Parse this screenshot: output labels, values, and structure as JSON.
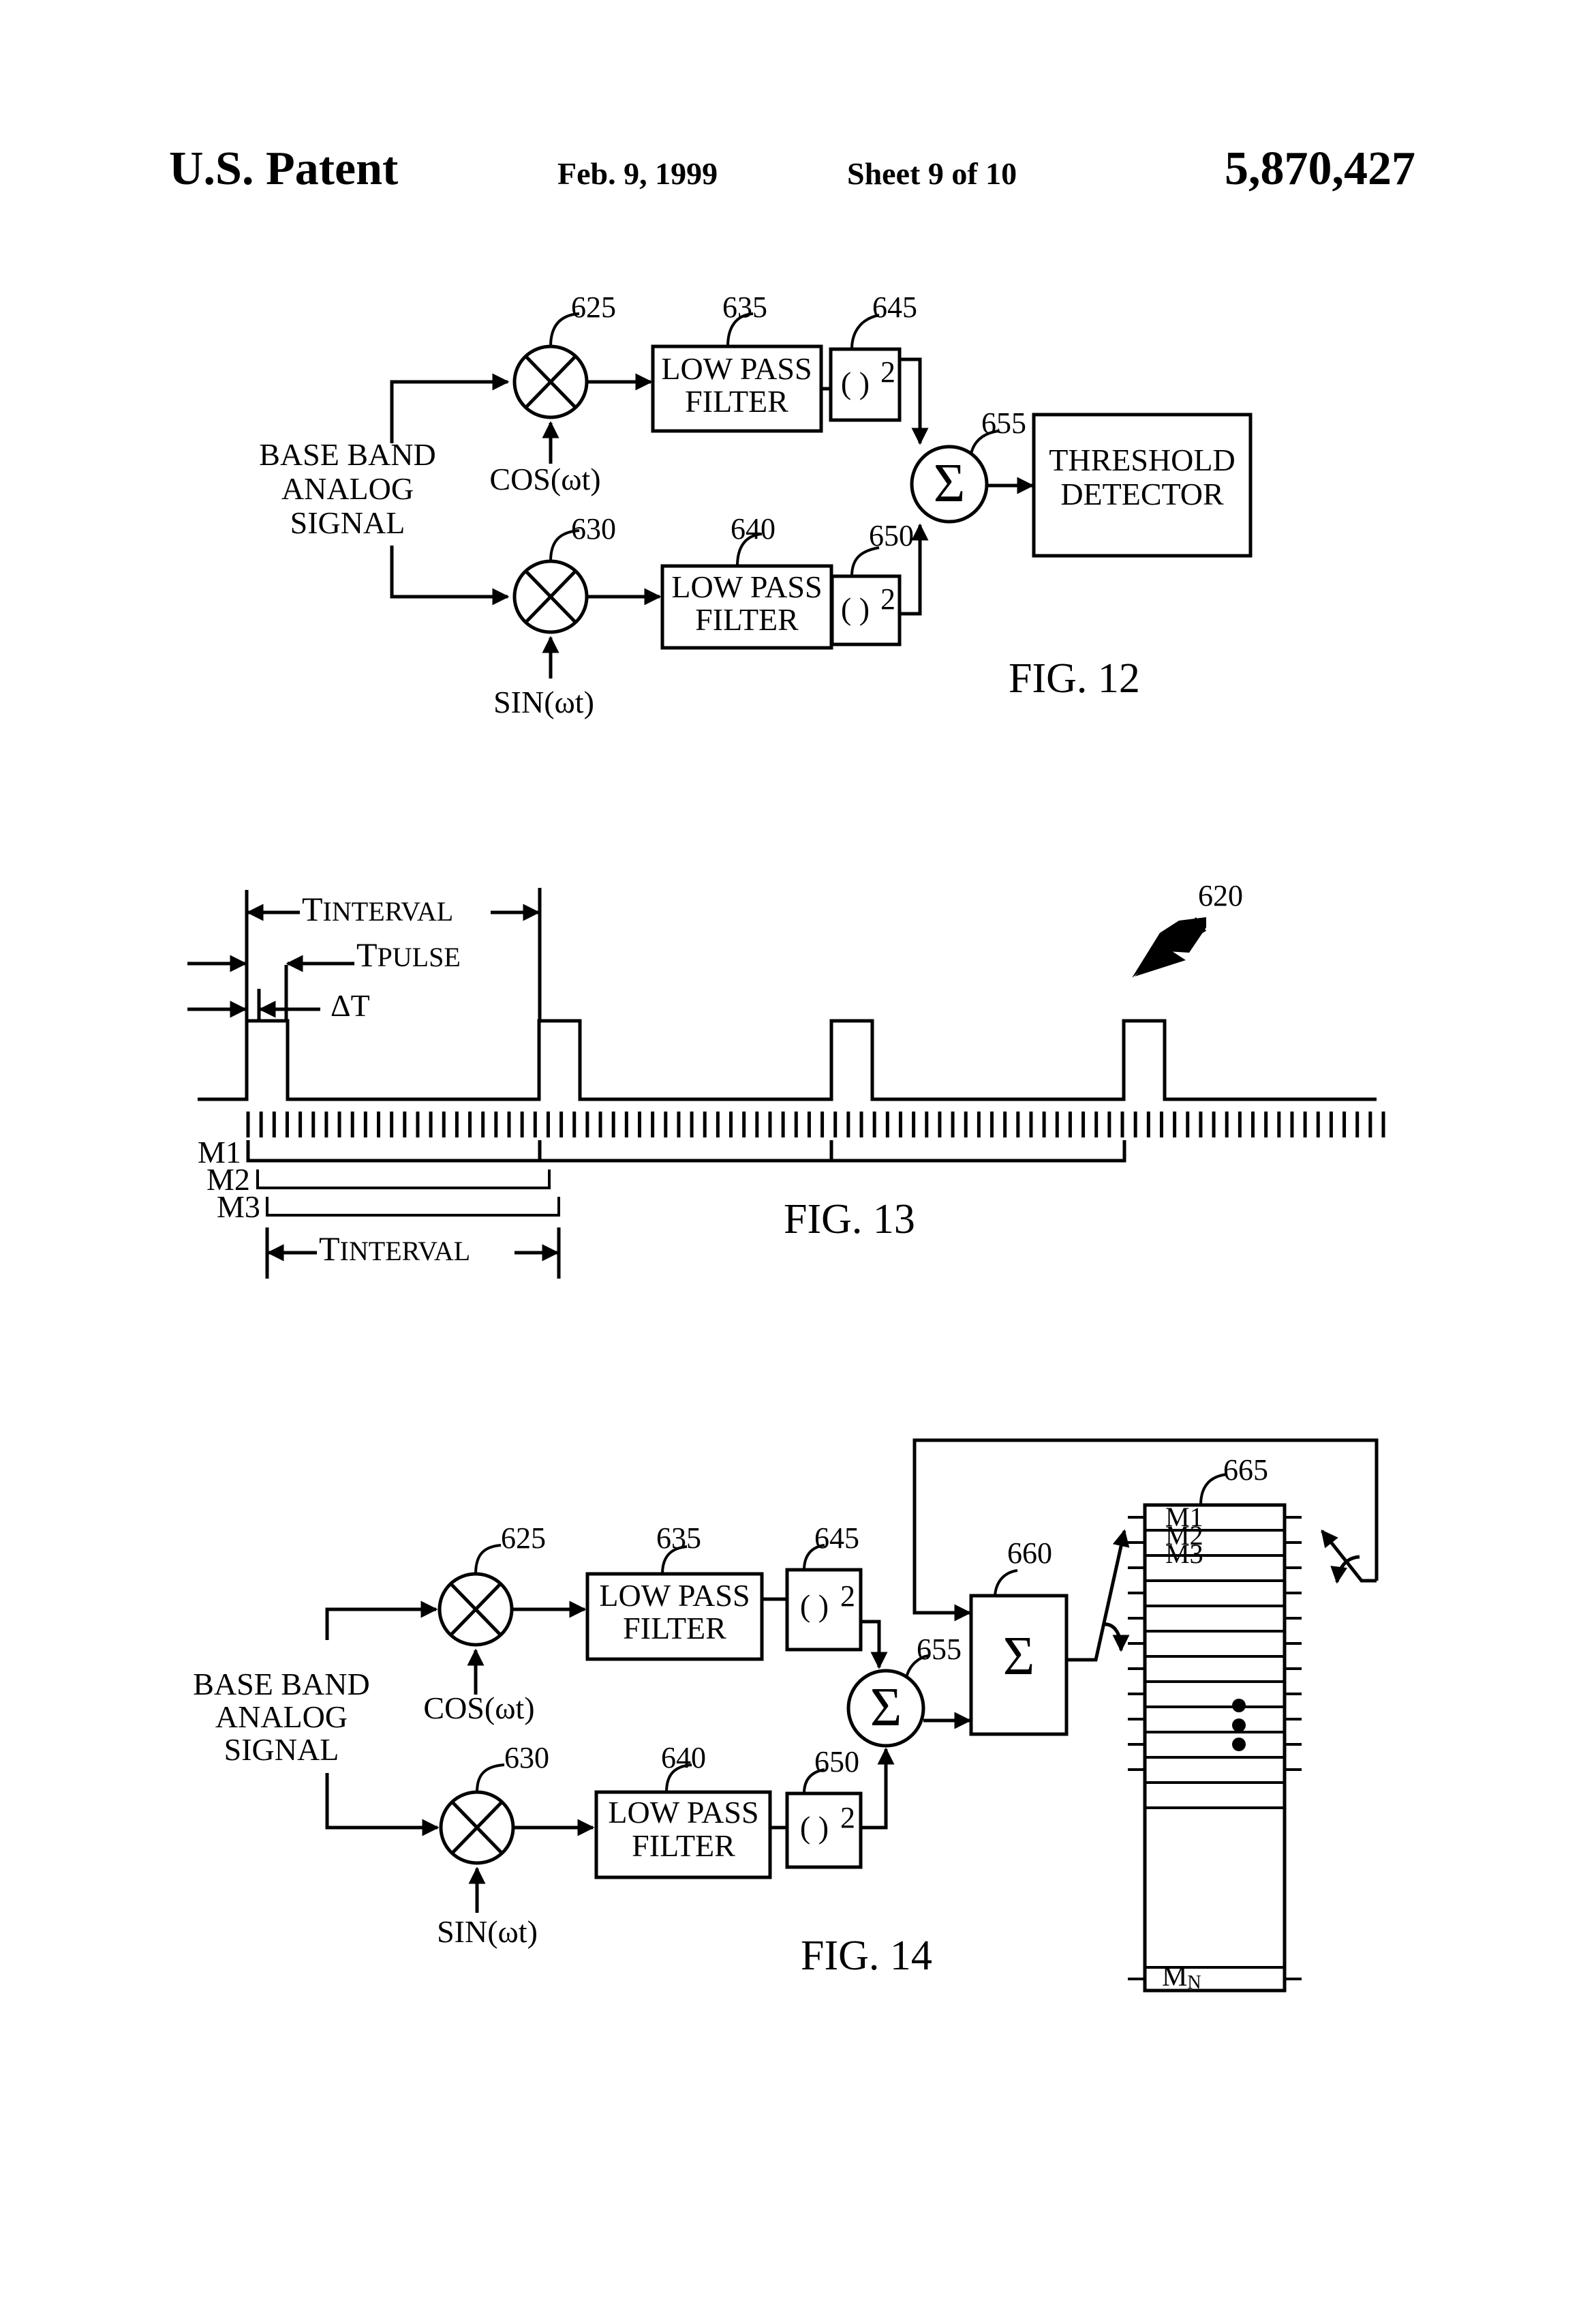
{
  "header": {
    "left": "U.S. Patent",
    "date": "Feb. 9, 1999",
    "sheet": "Sheet 9 of 10",
    "patent_number": "5,870,427"
  },
  "fig12": {
    "caption": "FIG. 12",
    "input_label": [
      "BASE BAND",
      "ANALOG",
      "SIGNAL"
    ],
    "cos_label": "COS(ωt)",
    "sin_label": "SIN(ωt)",
    "lpf_label": [
      "LOW PASS",
      "FILTER"
    ],
    "square_label": "( )",
    "square_exp": "2",
    "sum_symbol": "Σ",
    "detector_label": [
      "THRESHOLD",
      "DETECTOR"
    ],
    "refs": {
      "mixer_top": "625",
      "mixer_bottom": "630",
      "lpf_top": "635",
      "lpf_bottom": "640",
      "square_top": "645",
      "square_bottom": "650",
      "sum": "655"
    }
  },
  "fig13": {
    "caption": "FIG. 13",
    "ref": "620",
    "t_interval_cap": "T",
    "t_interval_rest": "INTERVAL",
    "t_pulse_cap": "T",
    "t_pulse_rest": "PULSE",
    "delta_t": "ΔT",
    "memory_labels": [
      "M1",
      "M2",
      "M3"
    ],
    "pulse_count": 4,
    "tick_count": 88
  },
  "fig14": {
    "caption": "FIG. 14",
    "input_label": [
      "BASE BAND",
      "ANALOG",
      "SIGNAL"
    ],
    "cos_label": "COS(ωt)",
    "sin_label": "SIN(ωt)",
    "lpf_label": [
      "LOW PASS",
      "FILTER"
    ],
    "square_label": "( )",
    "square_exp": "2",
    "sum_symbol": "Σ",
    "accumulator_symbol": "Σ",
    "memory_labels": [
      "M1",
      "M2",
      "M3"
    ],
    "memory_last_main": "M",
    "memory_last_sub": "N",
    "refs": {
      "mixer_top": "625",
      "mixer_bottom": "630",
      "lpf_top": "635",
      "lpf_bottom": "640",
      "square_top": "645",
      "square_bottom": "650",
      "sum": "655",
      "accumulator": "660",
      "memory": "665"
    }
  }
}
